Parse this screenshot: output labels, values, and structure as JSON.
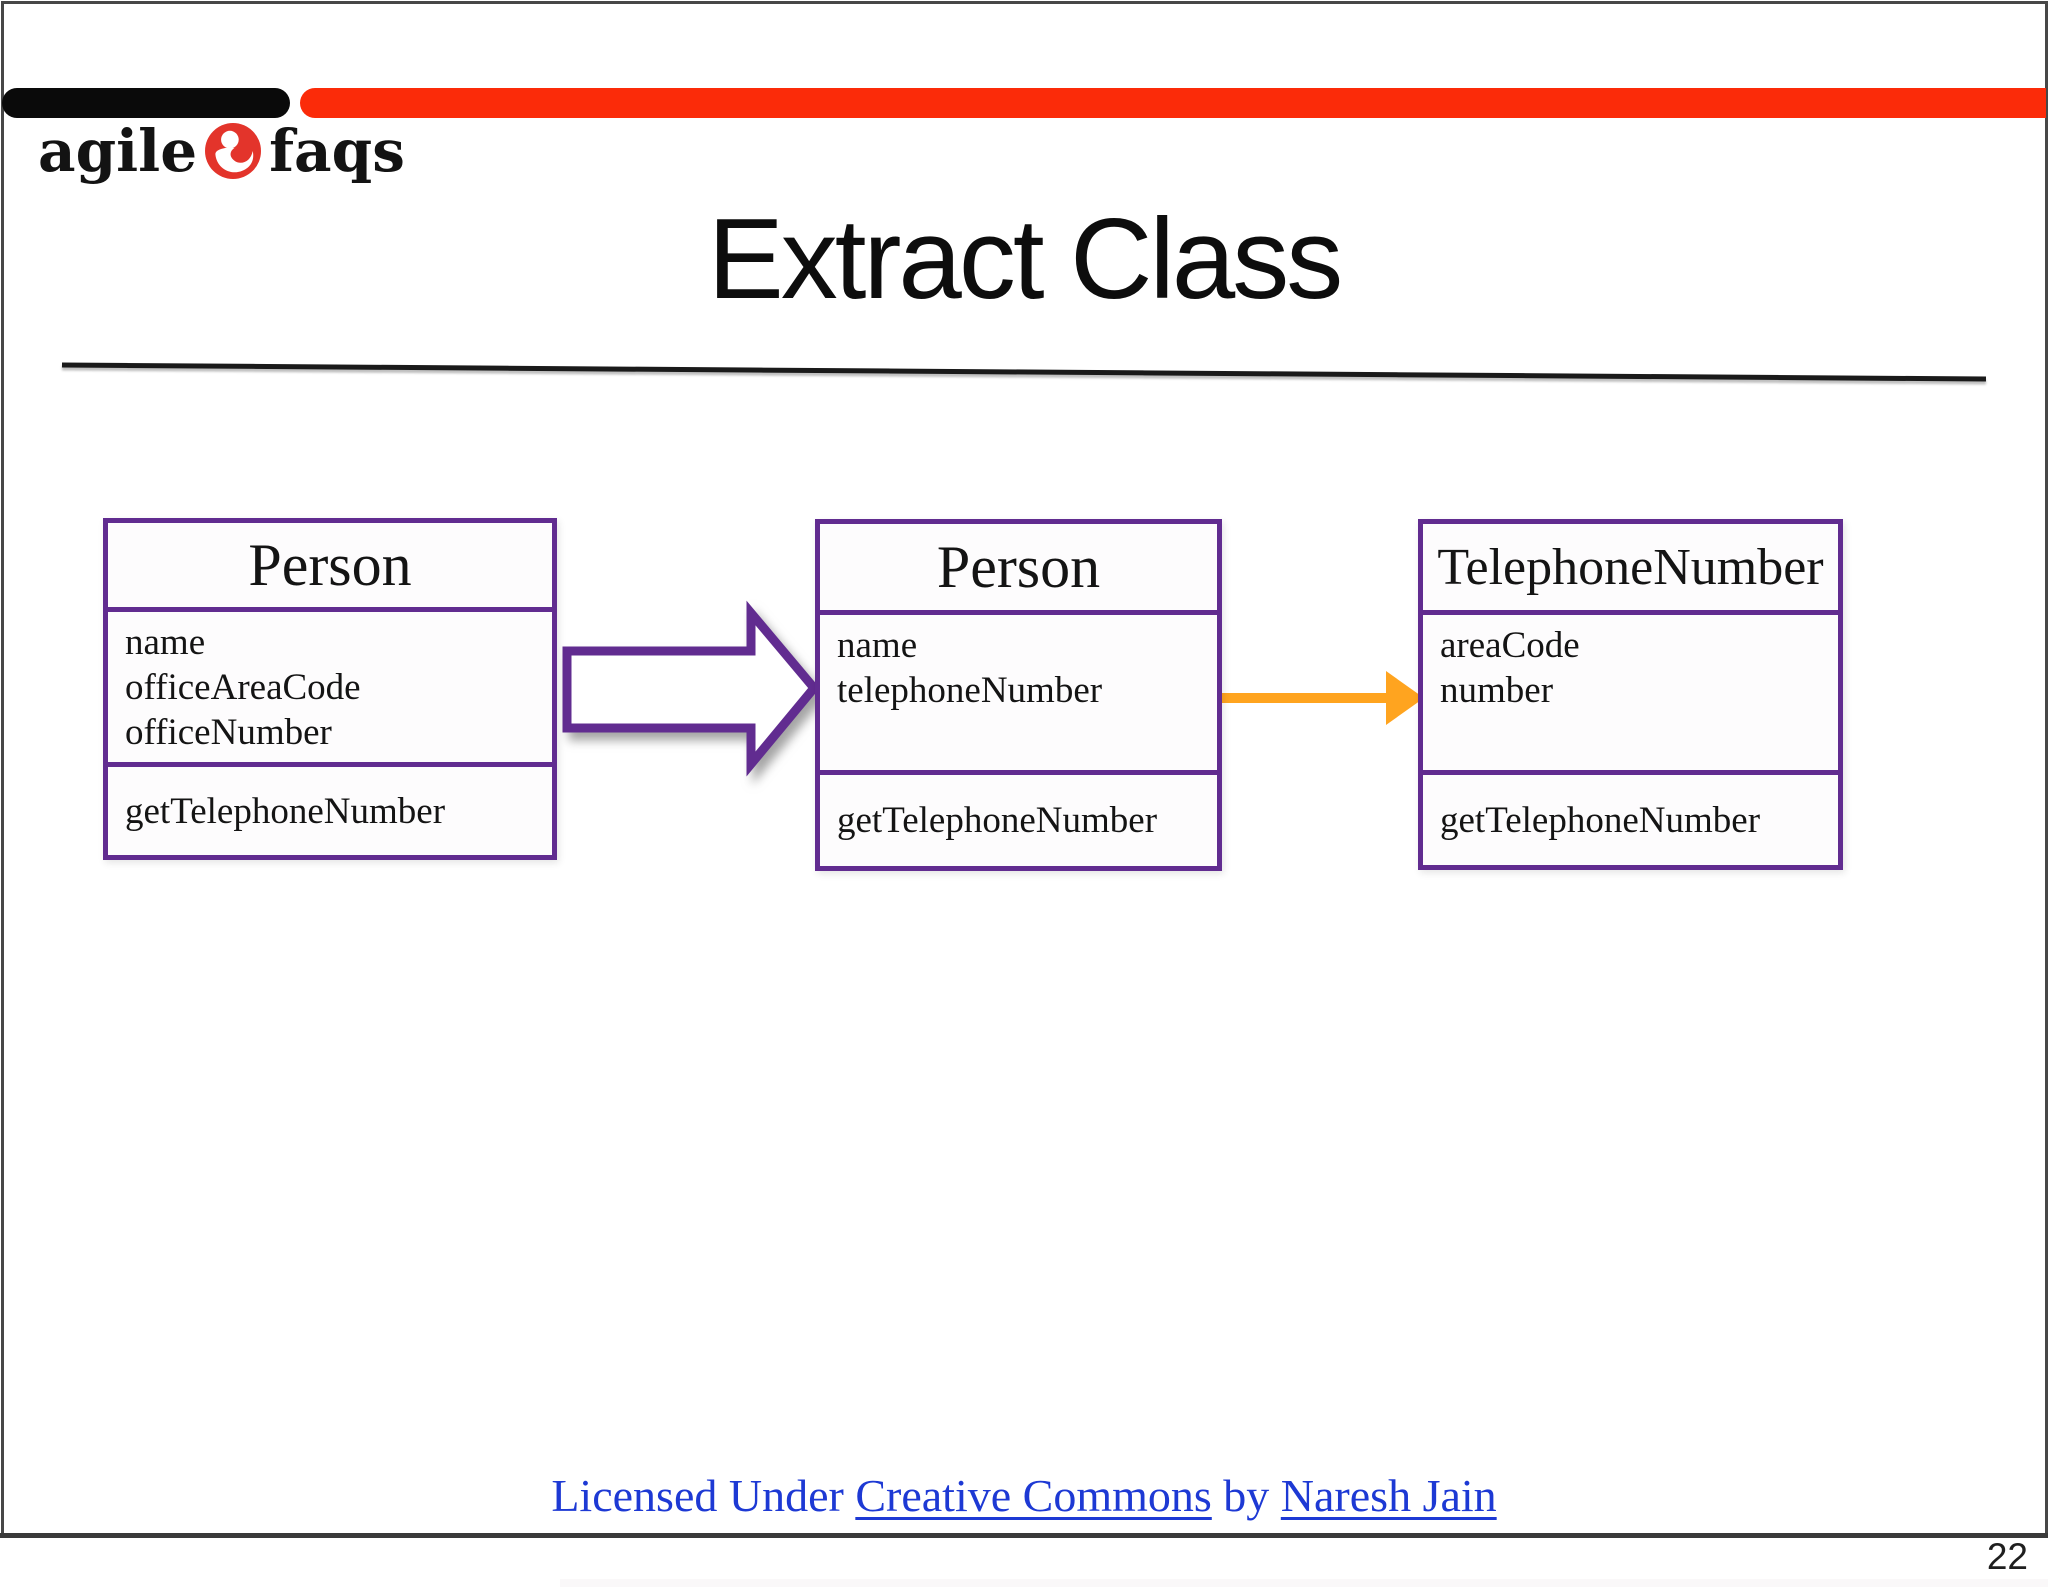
{
  "slide": {
    "title": "Extract Class",
    "page_number": "22"
  },
  "logo": {
    "word1": "agile",
    "word2": "faqs",
    "icon": "agilefaqs-flame-icon"
  },
  "diagram": {
    "boxes": [
      {
        "title": "Person",
        "attributes": [
          "name",
          "officeAreaCode",
          "officeNumber"
        ],
        "methods": [
          "getTelephoneNumber"
        ]
      },
      {
        "title": "Person",
        "attributes": [
          "name",
          "telephoneNumber"
        ],
        "methods": [
          "getTelephoneNumber"
        ]
      },
      {
        "title": "TelephoneNumber",
        "attributes": [
          "areaCode",
          "number"
        ],
        "methods": [
          "getTelephoneNumber"
        ]
      }
    ],
    "arrows": [
      {
        "icon": "block-arrow-right-icon",
        "color": "#612c90"
      },
      {
        "icon": "arrow-right-icon",
        "color": "#ffa41f"
      }
    ]
  },
  "footer": {
    "license_prefix": "Licensed Under ",
    "license_link1": "Creative Commons",
    "license_middle": " by ",
    "license_link2": "Naresh Jain"
  },
  "colors": {
    "accent_purple": "#612c90",
    "accent_orange": "#ffa41f",
    "bar_red": "#fb2b09",
    "bar_black": "#0a0a0a",
    "link_blue": "#1d39d4",
    "logo_red": "#e3342b"
  }
}
